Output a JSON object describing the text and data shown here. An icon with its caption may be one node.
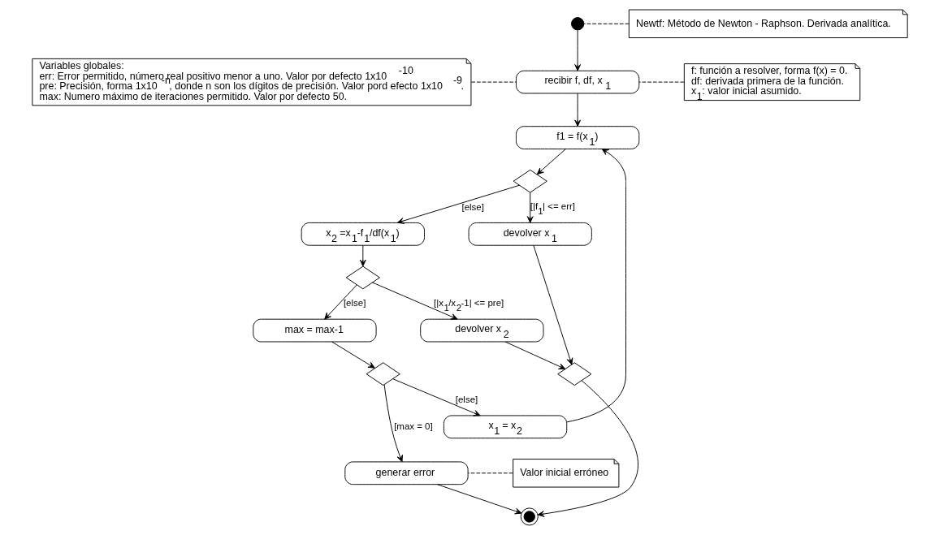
{
  "diagram": {
    "nodes": [
      {
        "text": [
          "Variables globales:",
          "err: Error permitido, número real positivo menor a uno. Valor por defecto 1x10$^{-10}$",
          "pre: Precisión, forma 1x10$^{-n}$, donde n son los dígitos de precisión. Valor pord efecto 1x10$^{-9}$.",
          "max: Numero máximo de iteraciones permitido. Valor por defecto 50."
        ]
      },
      {
        "text": [],
        "shape": "circle"
      },
      {
        "text": [
          "Newtf: Método de Newton - Raphson. Derivada analítica."
        ]
      },
      {
        "text": [
          "recibir f, df, x$_{1}$"
        ]
      },
      {
        "text": [
          "f: función a resolver, forma f(x) = 0.",
          "df: derivada primera de la función.",
          "x$_{1}$: valor inicial asumido."
        ]
      },
      {
        "text": [
          "f1 = f(x$_{1}$)"
        ]
      },
      {
        "text": [],
        "shape": "diamond"
      },
      {
        "text": [
          "x$_{2}$ =x$_{1}$-f$_{1}$/df(x$_{1}$)"
        ]
      },
      {
        "text": [
          "devolver x$_{1}$"
        ]
      },
      {
        "text": [],
        "shape": "diamond"
      },
      {
        "text": [
          "max = max-1"
        ]
      },
      {
        "text": [
          "devolver x$_{2}$"
        ]
      },
      {
        "text": [],
        "shape": "diamond"
      },
      {
        "text": [
          "x$_{1}$ = x$_{2}$"
        ]
      },
      {
        "text": [
          "generar error"
        ]
      },
      {
        "text": [
          "Valor inicial erróneo"
        ]
      },
      {
        "text": [],
        "shape": "diamond"
      },
      {
        "text": [],
        "shape": "bullseye"
      }
    ],
    "edges": [
      {
        "from": 1,
        "to": 3,
        "arrow": "to"
      },
      {
        "from": 3,
        "to": 5,
        "arrow": "to"
      },
      {
        "from": 5,
        "to": 6,
        "arrow": "to"
      },
      {
        "from": 6,
        "to": 7,
        "arrow": "to",
        "label": "[else]"
      },
      {
        "from": 6,
        "to": 8,
        "arrow": "to",
        "label": "[|f$_{1}$| <= err]"
      },
      {
        "from": 7,
        "to": 9,
        "arrow": "to"
      },
      {
        "from": 9,
        "to": 10,
        "arrow": "to",
        "label": "[else]"
      },
      {
        "from": 9,
        "to": 11,
        "arrow": "to",
        "label": "[|x$_{1}$/x$_{2}$-1| <= pre]"
      },
      {
        "from": 10,
        "to": 12,
        "arrow": "to"
      },
      {
        "from": 12,
        "to": 13,
        "arrow": "to",
        "label": "[else]"
      },
      {
        "from": 12,
        "to": 14,
        "arrow": "to",
        "label": "[max = 0]"
      },
      {
        "from": 13,
        "to": 5,
        "arrow": "to"
      },
      {
        "from": 14,
        "to": 17,
        "arrow": "to"
      },
      {
        "from": 8,
        "to": 16,
        "arrow": "to"
      },
      {
        "from": 11,
        "to": 16,
        "arrow": "to"
      },
      {
        "from": 16,
        "to": 17,
        "arrow": "to"
      },
      {
        "from": 0,
        "to": 3,
        "arrow": "none",
        "style": "dashed"
      },
      {
        "from": 2,
        "to": 1,
        "arrow": "none",
        "style": "dashed"
      },
      {
        "from": 4,
        "to": 3,
        "arrow": "none",
        "style": "dashed"
      },
      {
        "from": 15,
        "to": 14,
        "arrow": "none",
        "style": "dashed"
      }
    ]
  }
}
